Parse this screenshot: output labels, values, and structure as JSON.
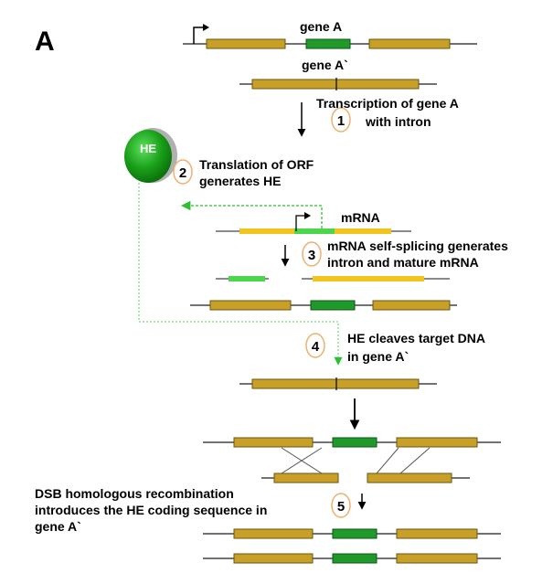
{
  "panel_letter": "A",
  "labels": {
    "gene_a": "gene A",
    "gene_a_prime": "gene A`",
    "mrna": "mRNA",
    "he": "HE"
  },
  "steps": [
    {
      "number": "1",
      "line1": "Transcription of gene A",
      "line2": "with intron"
    },
    {
      "number": "2",
      "line1": "Translation of ORF",
      "line2": "generates HE"
    },
    {
      "number": "3",
      "line1": "mRNA self-splicing generates",
      "line2": "intron and mature mRNA"
    },
    {
      "number": "4",
      "line1": "HE cleaves target DNA",
      "line2": "in gene A`"
    },
    {
      "number": "5",
      "line1": "DSB homologous recombination",
      "line2": "introduces the HE coding sequence in",
      "line3": "gene A`"
    }
  ],
  "colors": {
    "exon": "#c8a028",
    "exon_stroke": "#6b5410",
    "insert": "#1f9a2a",
    "insert_stroke": "#0d5514",
    "mrna_yellow": "#f2c51e",
    "mrna_green": "#4cd64c",
    "he_green": "#1aa01a",
    "circle_orange": "#f0b070",
    "path_green": "#4ccc4c"
  }
}
